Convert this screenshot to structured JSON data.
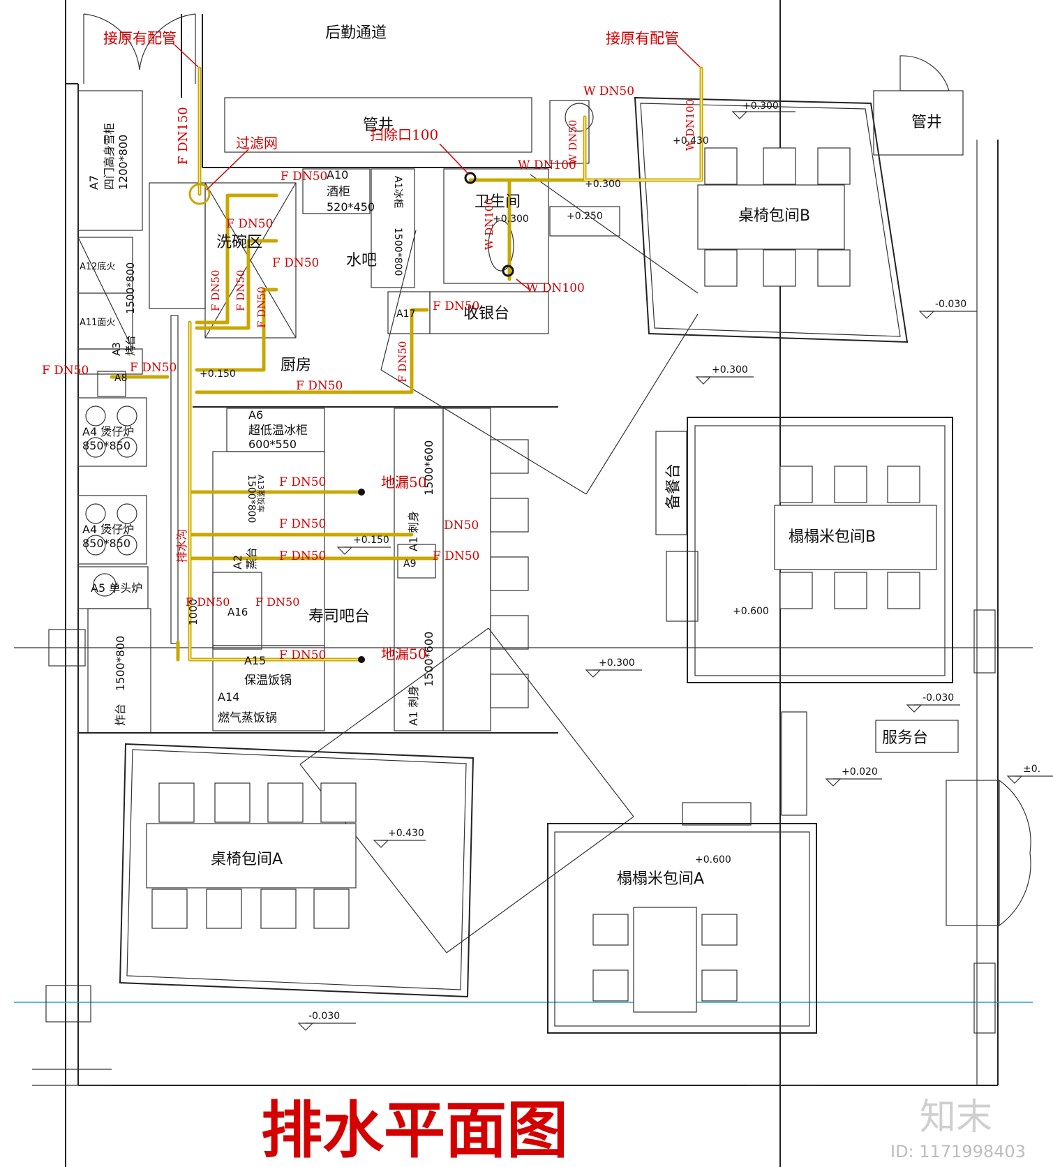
{
  "title": "排水平面图",
  "brand": {
    "logo_text": "知末",
    "id_text": "ID: 1171998403"
  },
  "rooms": {
    "corridor": "后勤通道",
    "shaft_1": "管井",
    "shaft_2": "管井",
    "dishwashing": "洗碗区",
    "water_bar": "水吧",
    "restroom": "卫生间",
    "cashier": "收银台",
    "kitchen": "厨房",
    "sushi_bar": "寿司吧台",
    "table_room_b": "桌椅包间B",
    "tatami_room_b": "榻榻米包间B",
    "table_room_a": "桌椅包间A",
    "tatami_room_a": "榻榻米包间A",
    "prep_counter": "备餐台",
    "service_counter": "服务台",
    "drain_ditch": "排水沟"
  },
  "equipment": {
    "a7_code": "A7",
    "a7_name": "四门高身雪柜",
    "a7_size": "1200*800",
    "a12": "A12底火",
    "a11": "A11面火",
    "a3_code": "A3",
    "a3_name": "烤台",
    "a3_size": "1500*800",
    "a10_code": "A10",
    "a10_name": "酒柜",
    "a10_size": "520*450",
    "a1_fridge": "A1冰柜",
    "a1_fridge_size": "1500*800",
    "a17": "A17",
    "a8": "A8",
    "a4_1_name": "A4  煲仔炉",
    "a4_1_size": "850*850",
    "a4_2_name": "A4  煲仔炉",
    "a4_2_size": "850*850",
    "a5": "A5  单头炉",
    "fryer_name": "炸台",
    "fryer_size": "1500*800",
    "a6_code": "A6",
    "a6_name": "超低温冰柜",
    "a6_size": "600*550",
    "a13": "A13蒸饭车",
    "a13_size": "1500*800",
    "a2_code": "A2",
    "a2_name": "蒸台",
    "a16": "A16",
    "a15_code": "A15",
    "a15_name": "保温饭锅",
    "a14_code": "A14",
    "a14_name": "燃气蒸饭锅",
    "a1_sashimi_1": "A1  刺身",
    "a1_sashimi_1_size": "1500*600",
    "a1_sashimi_2": "A1  刺身",
    "a1_sashimi_2_size": "1500*600",
    "a9": "A9",
    "dim_1000": "1000"
  },
  "pipe_labels": {
    "connect_existing_1": "接原有配管",
    "connect_existing_2": "接原有配管",
    "filter": "过滤网",
    "cleanout": "扫除口100",
    "f_dn150": "F DN150",
    "w_dn50_top": "W DN50",
    "w_dn50_v": "W DN50",
    "w_dn100_v": "W DN100",
    "w_dn100_h": "W DN100",
    "w_dn100_wc": "W DN100",
    "w_dn100_b": "W DN100",
    "f_dn50_a10": "F DN50",
    "f_dn50_wash1": "F DN50",
    "f_dn50_wash2": "F DN50",
    "f_dn50_v1": "F DN50",
    "f_dn50_v2": "F DN50",
    "f_dn50_v3": "F DN50",
    "f_dn50_v4": "F DN50",
    "f_dn50_a17": "F DN50",
    "f_dn50_a17v": "F DN50",
    "f_dn50_left": "F DN50",
    "f_dn50_a8": "F DN50",
    "f_dn50_kitchen": "F DN50",
    "f_dn50_r1": "F DN50",
    "f_dn50_r2": "F DN50",
    "f_dn50_r3": "F DN50",
    "f_dn50_a1": "DN50",
    "f_dn50_a9": "F DN50",
    "f_dn50_a16a": "F DN50",
    "f_dn50_a16b": "F DN50",
    "f_dn50_a15": "F DN50",
    "floor_drain_1": "地漏50",
    "floor_drain_2": "地漏50"
  },
  "elevations": {
    "e_tb_room_b": "+0.300",
    "e_tb_room_b2": "+0.430",
    "e_wc1": "+0.300",
    "e_wc2": "+0.300",
    "e_wc3": "+0.250",
    "e_right_b": "-0.030",
    "e_mid_b": "+0.300",
    "e_kitchen": "+0.150",
    "e_sushi": "+0.150",
    "e_tatami_b": "+0.600",
    "e_hall": "+0.300",
    "e_right": "-0.030",
    "e_service": "+0.020",
    "e_entry": "±0.",
    "e_table_a": "+0.430",
    "e_tatami_a": "+0.600",
    "e_bottom": "-0.030"
  },
  "colors": {
    "annotation": "#d40000",
    "pipe": "#c8a800",
    "axis_line": "#2aa0c8"
  }
}
